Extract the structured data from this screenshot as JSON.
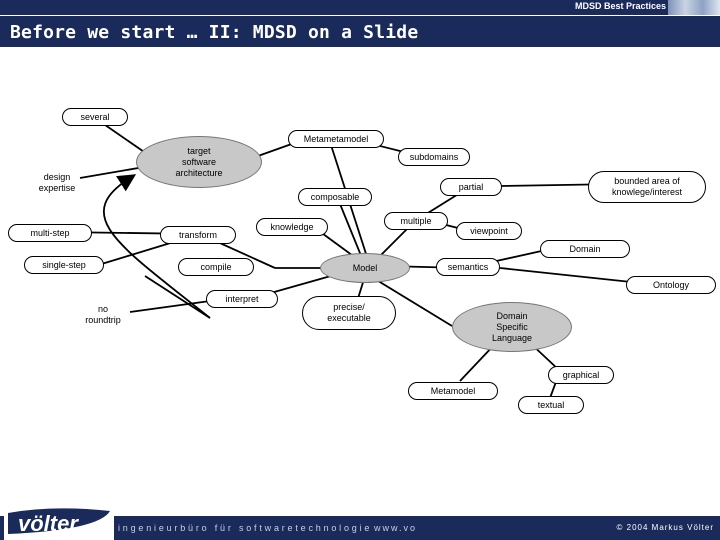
{
  "header": {
    "brand": "MDSD Best Practices",
    "title": "Before we start … II: MDSD on a Slide"
  },
  "nodes": {
    "several": "several",
    "metametamodel": "Metametamodel",
    "target_sw_arch": "target\nsoftware\narchitecture",
    "subdomains": "subdomains",
    "design_expertise": "design\nexpertise",
    "bounded_area": "bounded area of\nknowlege/interest",
    "partial": "partial",
    "composable": "composable",
    "multiple": "multiple",
    "knowledge": "knowledge",
    "viewpoint": "viewpoint",
    "multi_step": "multi-step",
    "transform": "transform",
    "domain": "Domain",
    "single_step": "single-step",
    "compile": "compile",
    "model": "Model",
    "semantics": "semantics",
    "ontology": "Ontology",
    "interpret": "interpret",
    "no_roundtrip": "no\nroundtrip",
    "precise_executable": "precise/\nexecutable",
    "dsl": "Domain\nSpecific\nLanguage",
    "graphical": "graphical",
    "metamodel": "Metamodel",
    "textual": "textual"
  },
  "footer": {
    "logo_text": "völter",
    "tagline": "ingenieurbüro für softwaretechnologie",
    "url": "www.vo",
    "copyright": "© 2004 Markus Völter"
  }
}
